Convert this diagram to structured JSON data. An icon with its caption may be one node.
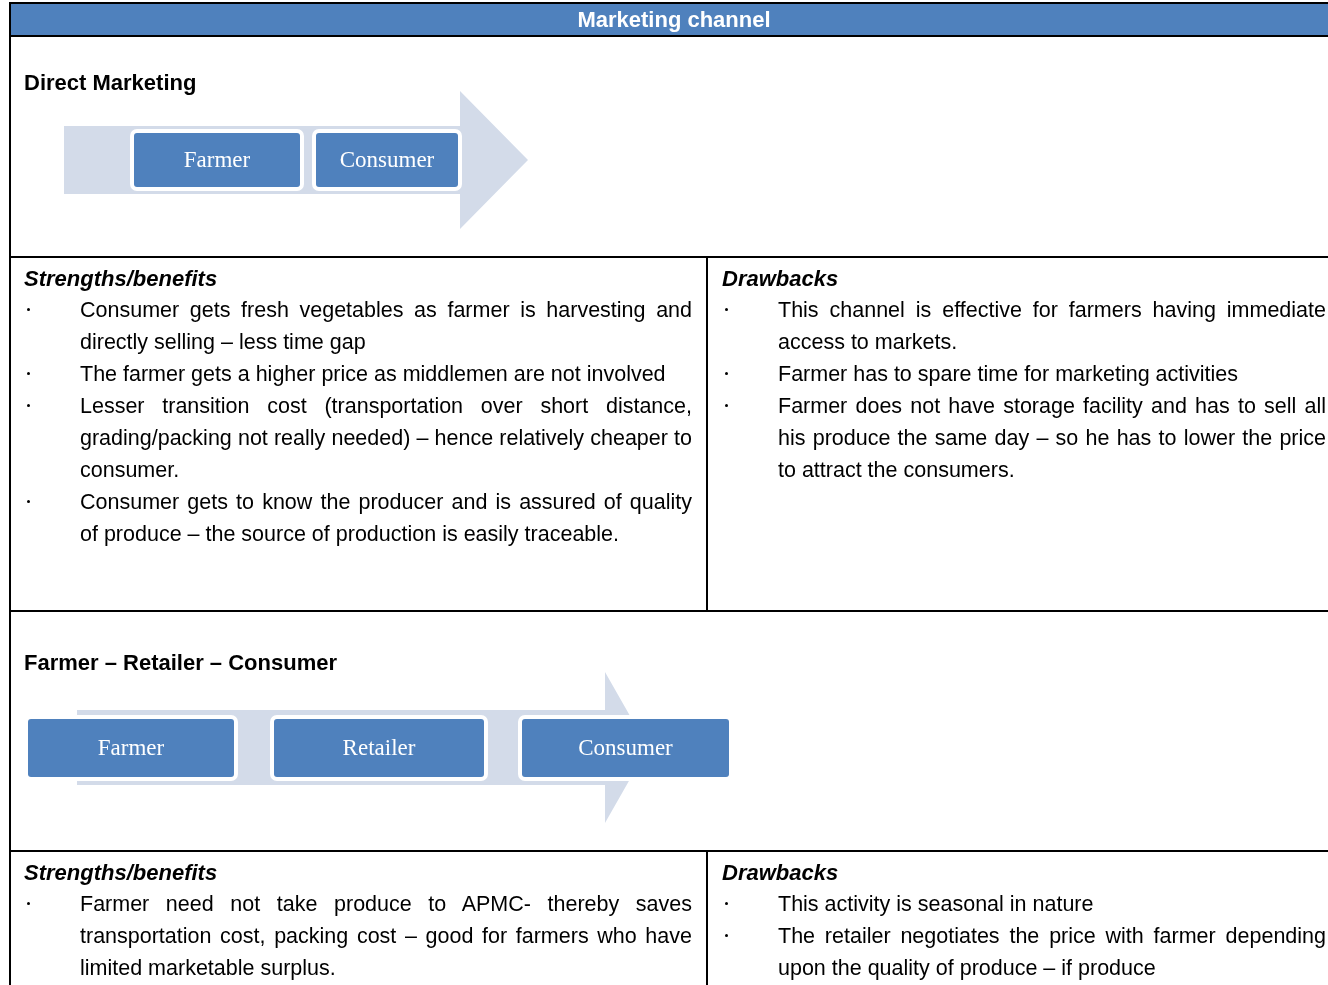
{
  "diagram": {
    "title": "Marketing channel",
    "nodes": [
      {
        "text": [
          "Farmer"
        ]
      },
      {
        "text": [
          "Consumer"
        ]
      },
      {
        "text": [
          "Farmer"
        ]
      },
      {
        "text": [
          "Retailer"
        ]
      },
      {
        "text": [
          "Consumer"
        ]
      }
    ],
    "labels": [
      "Direct Marketing",
      "Strengths/benefits",
      "Consumer gets fresh vegetables as farmer is harvesting and directly selling – less time gap",
      "The farmer gets a higher price as middlemen are not involved",
      "Lesser transition cost (transportation over short distance, grading/packing not really needed) – hence relatively cheaper to consumer.",
      "Consumer gets to know the producer and is assured of quality of produce – the source of production is easily traceable.",
      "Drawbacks",
      "This channel is effective for farmers having immediate access to markets.",
      "Farmer has to spare time for marketing activities",
      "Farmer does not have storage facility and has to sell all his produce the same day – so he has to lower the price to attract the consumers.",
      "Farmer – Retailer – Consumer",
      "Strengths/benefits",
      "Farmer need not take produce to APMC- thereby saves transportation cost, packing cost – good for farmers who have limited marketable surplus.",
      "Drawbacks",
      "This activity is seasonal in nature",
      "The retailer negotiates the price with farmer depending upon the quality of produce – if produce"
    ]
  }
}
